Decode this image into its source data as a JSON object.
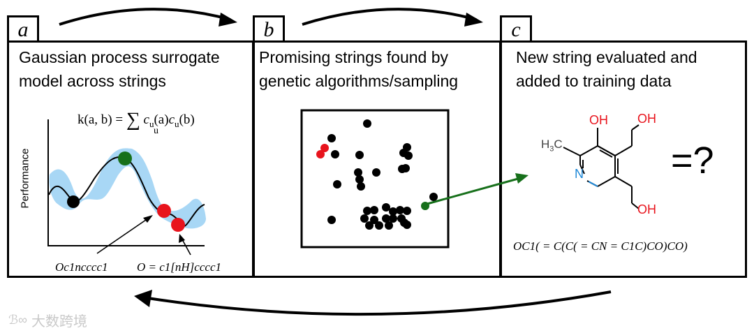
{
  "panels": [
    {
      "tag": "a",
      "title_lines": [
        "Gaussian process surrogate",
        "model across strings"
      ]
    },
    {
      "tag": "b",
      "title_lines": [
        "Promising strings found by",
        "genetic algorithms/sampling"
      ]
    },
    {
      "tag": "c",
      "title_lines": [
        "New string evaluated and",
        "added to training data"
      ]
    }
  ],
  "panel_a": {
    "kernel_lhs": "k(a, b) =",
    "kernel_sum": "∑",
    "kernel_index": "u",
    "kernel_rhs_1": "c",
    "kernel_rhs_1_sub": "u",
    "kernel_rhs_1_arg": "(a)",
    "kernel_rhs_2": "c",
    "kernel_rhs_2_sub": "u",
    "kernel_rhs_2_arg": "(b)",
    "ylabel": "Performance",
    "label_left": "Oc1ncccc1",
    "label_right": "O = c1[nH]cccc1"
  },
  "panel_c": {
    "atom_oh_top": "OH",
    "atom_oh_right": "OH",
    "atom_oh_bottom": "OH",
    "atom_n": "N",
    "atom_methyl": "H",
    "atom_methyl_sub": "3",
    "atom_methyl_c": "C",
    "question": "=?",
    "smiles": "OC1( = C(C( = CN = C1C)CO)CO)"
  },
  "watermark": "大数跨境",
  "colors": {
    "red": "#e8141d",
    "green": "#17701b",
    "band": "#a8d7f5",
    "oh": "#e8141d",
    "n": "#1e88d8"
  }
}
